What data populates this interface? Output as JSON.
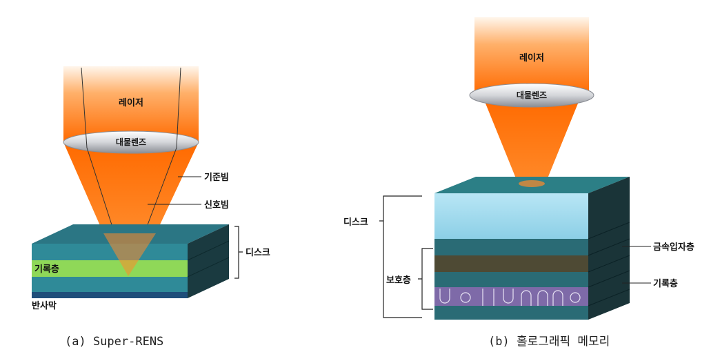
{
  "diagram_a": {
    "laser": "레이저",
    "lens": "대물렌즈",
    "reference_beam": "기준빔",
    "signal_beam": "신호빔",
    "recording_layer": "기록층",
    "disc": "디스크",
    "reflective_film": "반사막",
    "caption": "(a) Super-RENS"
  },
  "diagram_b": {
    "laser": "레이저",
    "lens": "대물렌즈",
    "disc": "디스크",
    "protective_layer": "보호층",
    "metal_particle_layer": "금속입자층",
    "recording_layer": "기록층",
    "caption": "(b) 홀로그래픽 메모리"
  },
  "colors": {
    "beam_top": "#ff6a00",
    "beam_light": "#ffd9b0",
    "teal": "#2a7f8c",
    "green": "#8fd858",
    "purple": "#7e6aa8",
    "light_blue": "#a9dcef"
  }
}
